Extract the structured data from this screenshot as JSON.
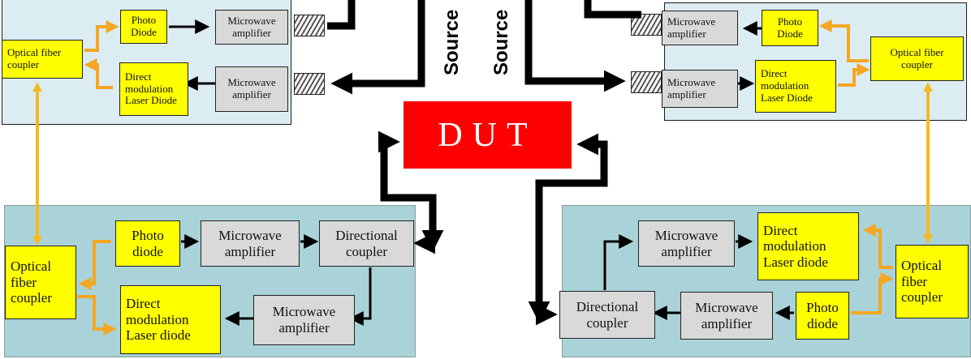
{
  "dut": {
    "label": "DUT"
  },
  "sources": {
    "left": "Source",
    "right": "Source"
  },
  "top_left": {
    "photo_diode": "Photo\nDiode",
    "microwave_amp_1": "Microwave\namplifier",
    "microwave_amp_2": "Microwave\namplifier",
    "coupler": "Optical fiber\ncoupler",
    "laser": "Direct\nmodulation\nLaser Diode"
  },
  "top_right": {
    "photo_diode": "Photo\nDiode",
    "microwave_amp_1": "Microwave\namplifier",
    "microwave_amp_2": "Microwave\namplifier",
    "coupler": "Optical fiber\ncoupler",
    "laser": "Direct\nmodulation\nLaser Diode"
  },
  "bottom_left": {
    "photo_diode": "Photo\ndiode",
    "microwave_amp_1": "Microwave\namplifier",
    "directional_coupler": "Directional\ncoupler",
    "coupler": "Optical\nfiber\ncoupler",
    "laser": "Direct\nmodulation\nLaser diode",
    "microwave_amp_2": "Microwave\namplifier"
  },
  "bottom_right": {
    "microwave_amp_1": "Microwave\namplifier",
    "laser": "Direct\nmodulation\nLaser diode",
    "coupler": "Optical\nfiber\ncoupler",
    "directional_coupler": "Directional\ncoupler",
    "microwave_amp_2": "Microwave\namplifier",
    "photo_diode": "Photo\ndiode"
  },
  "colors": {
    "dut": "#ff0000",
    "component_yellow": "#ffff00",
    "component_gray": "#d9d9d9",
    "optical_link": "#f5a623",
    "fiber_link": "#f7b923",
    "panel_top": "#dcecf3",
    "panel_bottom": "#a9d3d8"
  }
}
